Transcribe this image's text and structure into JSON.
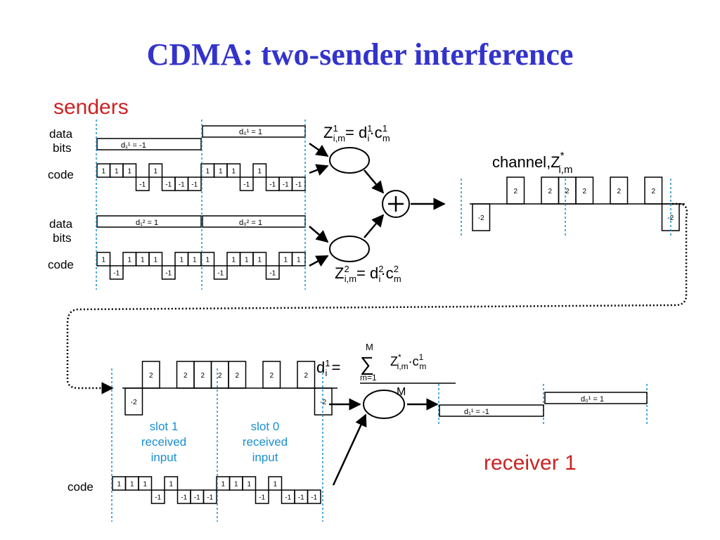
{
  "title": "CDMA: two-sender interference",
  "senders_label": "senders",
  "receiver_label": "receiver 1",
  "row_labels": {
    "data": "data",
    "bits": "bits",
    "code": "code"
  },
  "sender1": {
    "d1": "d₁¹ = -1",
    "d0": "d₀¹ = 1",
    "d1_value": -1,
    "d0_value": 1,
    "code": [
      1,
      1,
      1,
      -1,
      1,
      -1,
      -1,
      -1
    ],
    "formula": "Z¹i,m= d¹i·c¹m"
  },
  "sender2": {
    "d1": "d₁² = 1",
    "d0": "d₀² = 1",
    "d1_value": 1,
    "d0_value": 1,
    "code": [
      1,
      -1,
      1,
      1,
      1,
      -1,
      1,
      1
    ],
    "formula": "Z²i,m= d²i·c²m"
  },
  "channel": {
    "label": "channel,Z*i,m",
    "values": [
      -2,
      0,
      2,
      0,
      2,
      2,
      2,
      0,
      2,
      0,
      2,
      -2
    ]
  },
  "received_values": [
    -2,
    2,
    0,
    2,
    2,
    2,
    2,
    0,
    2,
    0,
    2,
    -2
  ],
  "slot1_label": [
    "slot 1",
    "received",
    "input"
  ],
  "slot0_label": [
    "slot 0",
    "received",
    "input"
  ],
  "receiver_code": [
    1,
    1,
    1,
    -1,
    1,
    -1,
    -1,
    -1
  ],
  "decode_formula": "d¹i = Σ Z*i,m·c¹m / M",
  "output": {
    "d1": "d₁¹ = -1",
    "d0": "d₀¹ = 1"
  },
  "colors": {
    "title": "#3333cc",
    "red": "#cc2222",
    "blue": "#1a8fd0"
  }
}
